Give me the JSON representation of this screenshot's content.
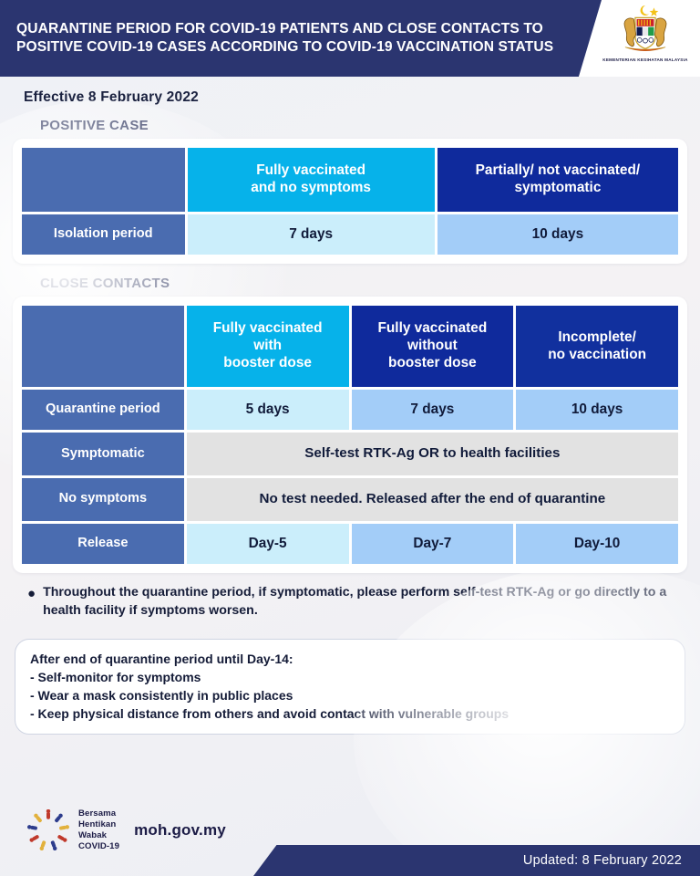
{
  "header": {
    "title": "QUARANTINE PERIOD FOR COVID-19 PATIENTS AND CLOSE CONTACTS TO POSITIVE COVID-19 CASES ACCORDING TO COVID-19 VACCINATION STATUS",
    "logo_caption": "KEMENTERIAN KESIHATAN MALAYSIA",
    "logo_name": "malaysia-coat-of-arms"
  },
  "effective": "Effective 8 February 2022",
  "positive_case": {
    "section_title": "POSITIVE CASE",
    "columns": [
      "",
      "Fully vaccinated\nand no symptoms",
      "Partially/ not vaccinated/\nsymptomatic"
    ],
    "col1_line1": "Fully vaccinated",
    "col1_line2": "and no symptoms",
    "col2_line1": "Partially/ not vaccinated/",
    "col2_line2": "symptomatic",
    "rows": [
      {
        "label": "Isolation period",
        "values": [
          "7 days",
          "10 days"
        ]
      }
    ]
  },
  "close_contacts": {
    "section_title": "CLOSE CONTACTS",
    "col1_line1": "Fully vaccinated",
    "col1_line2": "with",
    "col1_line3": "booster dose",
    "col2_line1": "Fully vaccinated",
    "col2_line2": "without",
    "col2_line3": "booster dose",
    "col3_line1": "Incomplete/",
    "col3_line2": "no vaccination",
    "quarantine": {
      "label": "Quarantine period",
      "values": [
        "5 days",
        "7 days",
        "10 days"
      ]
    },
    "symptomatic": {
      "label": "Symptomatic",
      "text": "Self-test RTK-Ag OR to health facilities"
    },
    "no_symptoms": {
      "label": "No symptoms",
      "text": "No test needed. Released after the end of quarantine"
    },
    "release": {
      "label": "Release",
      "values": [
        "Day-5",
        "Day-7",
        "Day-10"
      ]
    }
  },
  "bullets": [
    {
      "marker": "●",
      "text": "Throughout the quarantine period, if symptomatic, please perform self-test RTK-Ag or go directly to a health facility if symptoms worsen."
    }
  ],
  "note_box": {
    "lines": [
      "After end of quarantine period until Day-14:",
      "- Self-monitor for symptoms",
      "- Wear a mask consistently in public places",
      "- Keep physical distance from others and avoid contact with vulnerable groups"
    ]
  },
  "footer": {
    "campaign_line1": "Bersama",
    "campaign_line2": "Hentikan",
    "campaign_line3": "Wabak",
    "campaign_line4": "COVID-19",
    "url": "moh.gov.my",
    "updated": "Updated: 8 February 2022"
  },
  "colors": {
    "banner_navy": "#2b3570",
    "cyan": "#06b2ea",
    "deep_navy": "#0f2a9c",
    "slate_blue": "#4a6cb0",
    "pale_cyan": "#cbeefb",
    "light_blue": "#a3cdf8",
    "gray_cell": "#e2e2e2",
    "page_bg": "#eef0f5"
  }
}
